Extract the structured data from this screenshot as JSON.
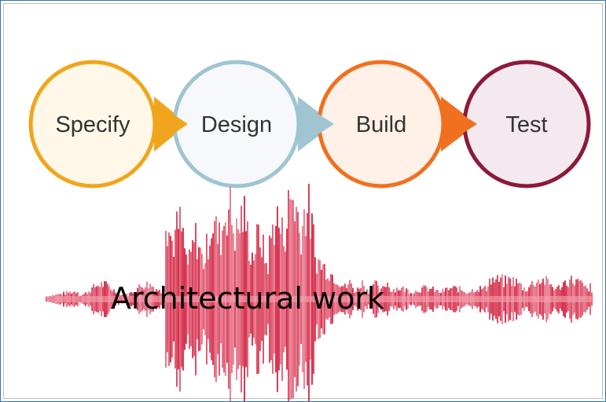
{
  "stages": [
    {
      "label": "Specify",
      "stroke": "#f0a51c",
      "fill": "#fff8e8"
    },
    {
      "label": "Design",
      "stroke": "#9fc4d2",
      "fill": "#f6f8fb"
    },
    {
      "label": "Build",
      "stroke": "#f07020",
      "fill": "#fff1e7"
    },
    {
      "label": "Test",
      "stroke": "#8c1a3a",
      "fill": "#f4e9ee"
    }
  ],
  "waveform": {
    "label": "Architectural work",
    "color": "#d8324f"
  }
}
